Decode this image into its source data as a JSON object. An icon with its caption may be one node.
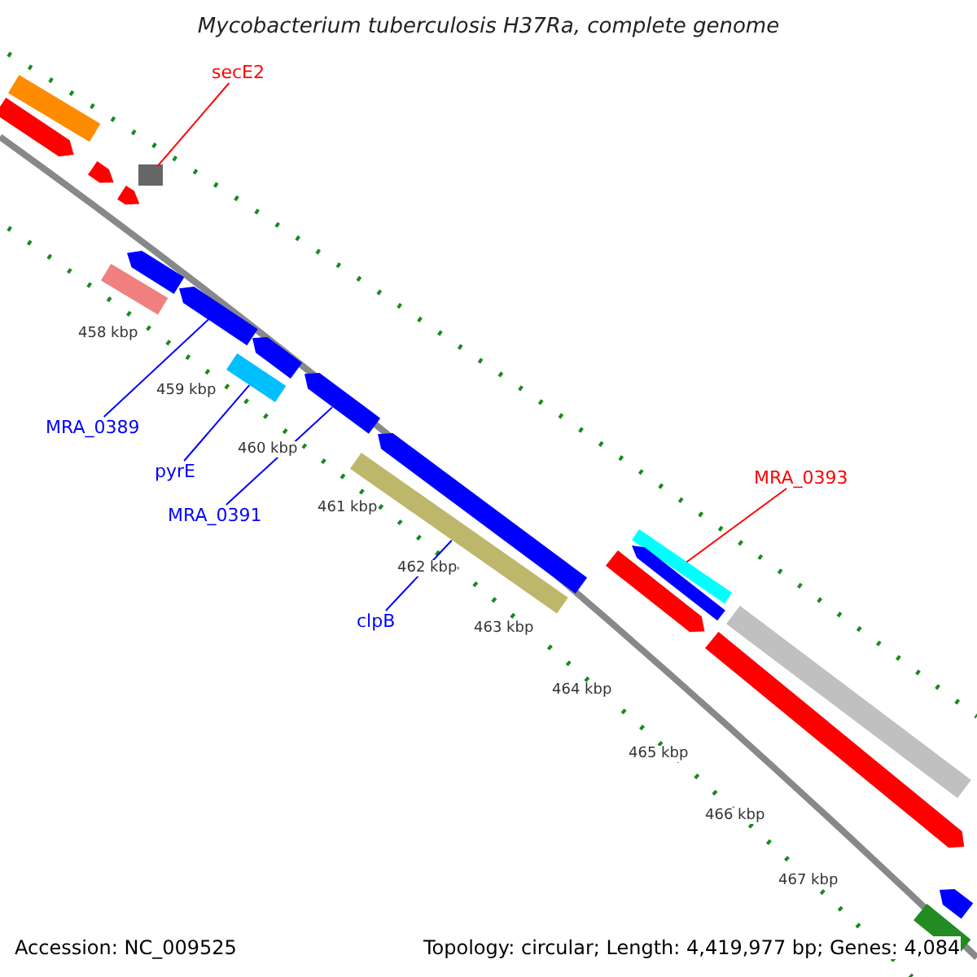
{
  "diagram": {
    "title": "Mycobacterium tuberculosis H37Ra, complete genome",
    "nodes": [
      {
        "text": [
          "secE2"
        ]
      },
      {
        "text": [
          "MRA_0389"
        ]
      },
      {
        "text": [
          "pyrE"
        ]
      },
      {
        "text": [
          "MRA_0391"
        ]
      },
      {
        "text": [
          "clpB"
        ]
      },
      {
        "text": [
          "MRA_0393"
        ]
      },
      {
        "text": [],
        "shape": "bar"
      },
      {
        "text": [],
        "shape": "bar"
      },
      {
        "text": [],
        "shape": "bar"
      },
      {
        "text": [],
        "shape": "bar"
      },
      {
        "text": [],
        "shape": "bar"
      },
      {
        "text": [],
        "shape": "bar"
      },
      {
        "text": [],
        "shape": "bar"
      },
      {
        "text": [],
        "shape": "bar"
      },
      {
        "text": [],
        "shape": "bar"
      },
      {
        "text": [],
        "shape": "bar"
      },
      {
        "text": [],
        "shape": "bar"
      },
      {
        "text": [],
        "shape": "bar"
      },
      {
        "text": [],
        "shape": "bar"
      },
      {
        "text": [],
        "shape": "bar"
      },
      {
        "text": [],
        "shape": "bar"
      },
      {
        "text": [],
        "shape": "bar"
      },
      {
        "text": [],
        "shape": "bar"
      },
      {
        "text": [],
        "shape": "bar"
      },
      {
        "text": [],
        "shape": "bar"
      },
      {
        "text": [],
        "shape": "bar"
      }
    ],
    "edges": [
      {
        "from": 0,
        "to": 6,
        "arrow": "none",
        "color": "#ff0000"
      },
      {
        "from": 1,
        "to": 7,
        "arrow": "none"
      },
      {
        "from": 2,
        "to": 8,
        "arrow": "none"
      },
      {
        "from": 3,
        "to": 9,
        "arrow": "none"
      },
      {
        "from": 4,
        "to": 10,
        "arrow": "none"
      },
      {
        "from": 5,
        "to": 11,
        "arrow": "none",
        "color": "#ff0000"
      }
    ],
    "labels": [
      "458 kbp",
      "459 kbp",
      "460 kbp",
      "461 kbp",
      "462 kbp",
      "463 kbp",
      "464 kbp",
      "465 kbp",
      "466 kbp",
      "467 kbp",
      "Accession: NC_009525",
      "Topology: circular; Length: 4,419,977 bp; Genes: 4,084"
    ]
  }
}
